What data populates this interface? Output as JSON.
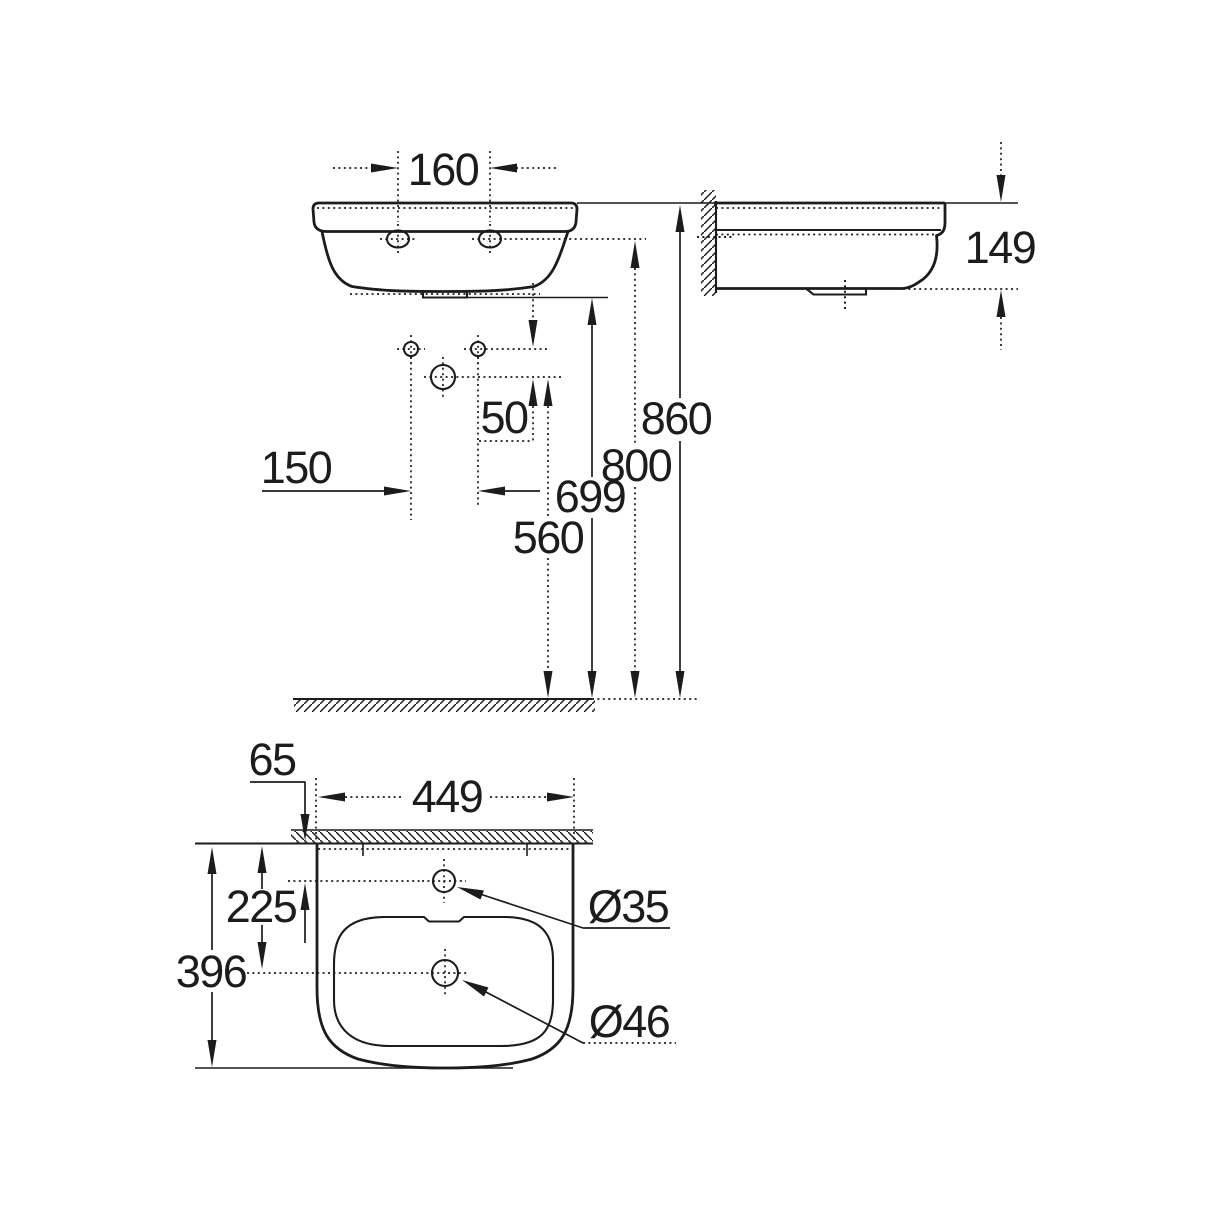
{
  "drawing": {
    "type": "washbasin installation dimension drawing",
    "units": "mm",
    "colors": {
      "line": "#1c1c1c",
      "background": "#ffffff"
    }
  },
  "dims": {
    "tap_hole_spacing": "160",
    "fixing_hole_gap": "50",
    "fixing_hole_spacing": "150",
    "height_fixing_holes": "560",
    "height_basin_underside": "699",
    "height_tap_deck": "800",
    "height_rim": "860",
    "side_profile_height": "149",
    "tap_hole_wall_offset": "65",
    "basin_width": "449",
    "drain_wall_offset": "225",
    "basin_depth": "396",
    "tap_hole_diameter": "Ø35",
    "drain_hole_diameter": "Ø46"
  }
}
